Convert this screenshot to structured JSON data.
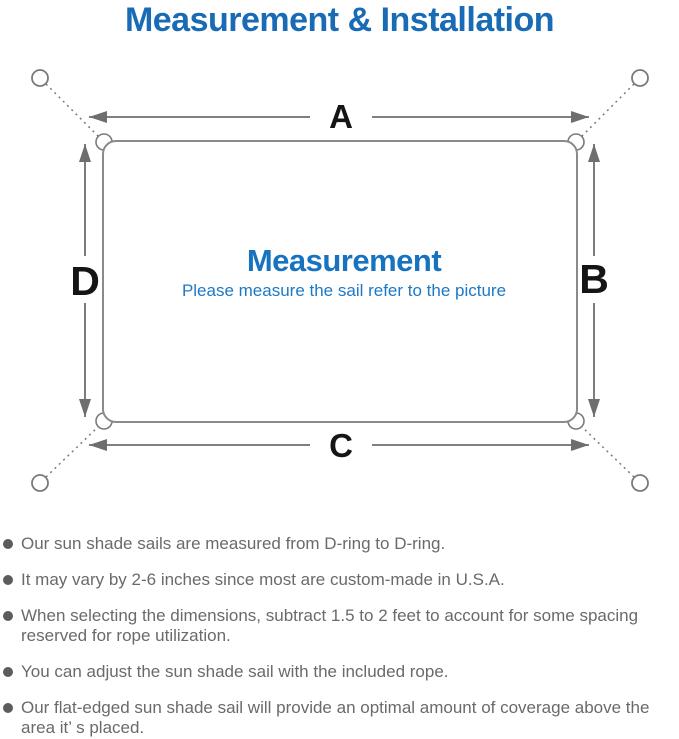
{
  "page": {
    "title": "Measurement & Installation"
  },
  "diagram": {
    "labels": {
      "top": "A",
      "right": "B",
      "bottom": "C",
      "left": "D"
    },
    "center_heading": "Measurement",
    "center_subtitle": "Please measure the sail refer to the picture"
  },
  "notes": {
    "items": [
      "Our sun shade sails are measured from D-ring to D-ring.",
      "It may vary by 2-6 inches since most are custom-made in U.S.A.",
      "When selecting the dimensions, subtract 1.5 to 2 feet to account for some spacing reserved for rope utilization.",
      "You can adjust the sun shade sail with the included rope.",
      "Our flat-edged sun shade sail will provide an optimal amount of coverage above the area it’ s placed."
    ]
  },
  "colors": {
    "title_blue": "#186bb4",
    "center_blue": "#1773bf",
    "subtitle_blue": "#1d79c4",
    "outline_gray": "#8a8a8a",
    "arrow_gray": "#6e6e6e",
    "note_text_gray": "#6a6a6a",
    "label_black": "#151515"
  }
}
